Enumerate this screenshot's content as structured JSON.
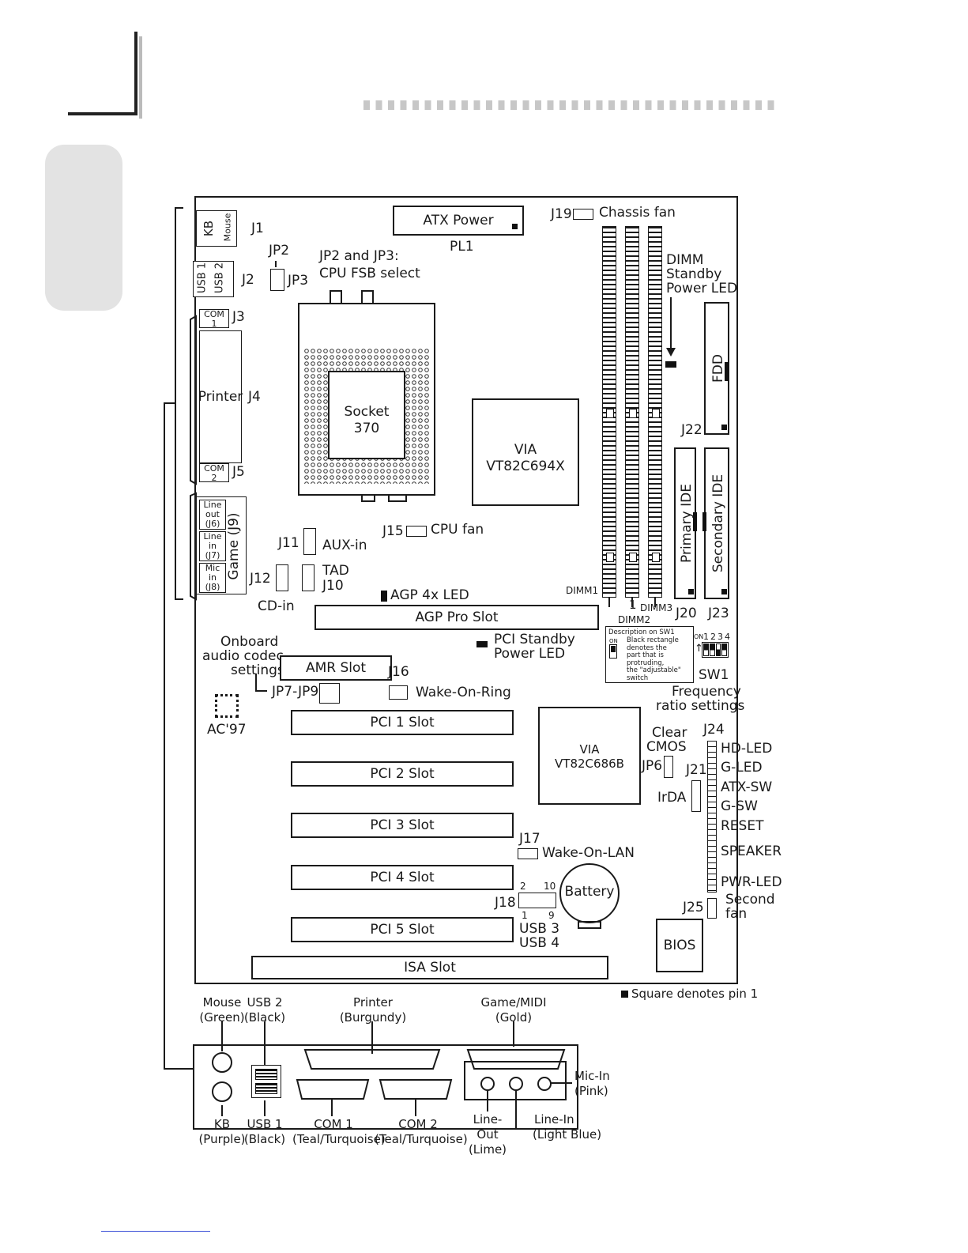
{
  "header": {},
  "board": {
    "atx_power": "ATX Power",
    "pl1": "PL1",
    "j19": "J19",
    "chassis_fan": "Chassis fan",
    "j1": "J1",
    "kb": "KB",
    "mouse": "Mouse",
    "j2": "J2",
    "usb1": "USB 1",
    "usb2": "USB 2",
    "jp2": "JP2",
    "jp3": "JP3",
    "jp2jp3_line1": "JP2 and JP3:",
    "jp2jp3_line2": "CPU FSB select",
    "dimm_standby_line1": "DIMM",
    "dimm_standby_line2": "Standby",
    "dimm_standby_line3": "Power LED",
    "com1_top": "COM",
    "com1_bottom": "1",
    "j3": "J3",
    "printer": "Printer",
    "j4": "J4",
    "socket_line1": "Socket",
    "socket_line2": "370",
    "via_north_line1": "VIA",
    "via_north_line2": "VT82C694X",
    "fdd": "FDD",
    "j22": "J22",
    "com2_top": "COM",
    "com2_bottom": "2",
    "j5": "J5",
    "line_out": [
      "Line",
      "out",
      "(J6)"
    ],
    "line_in": [
      "Line",
      "in",
      "(J7)"
    ],
    "mic_in": [
      "Mic",
      "in",
      "(J8)"
    ],
    "game_j9": "Game (J9)",
    "primary_ide": "Primary IDE",
    "secondary_ide": "Secondary IDE",
    "j15": "J15",
    "cpu_fan": "CPU fan",
    "j11": "J11",
    "aux_in": "AUX-in",
    "j12": "J12",
    "tad": "TAD",
    "j10": "J10",
    "cd_in": "CD-in",
    "agp_4x_led": "AGP 4x LED",
    "dimm1": "DIMM1",
    "dimm1_pin": "1",
    "dimm2": "DIMM2",
    "dimm3": "DIMM3",
    "j20": "J20",
    "j23": "J23",
    "agp_pro_slot": "AGP Pro Slot",
    "onboard_line1": "Onboard",
    "onboard_line2": "audio codec",
    "onboard_line3": "settings",
    "amr_slot": "AMR Slot",
    "pci_standby_line1": "PCI Standby",
    "pci_standby_line2": "Power LED",
    "sw1_desc": [
      "Description on SW1",
      "Black rectangle",
      "denotes the",
      "part that is",
      "protruding,",
      "the \"adjustable\"",
      "switch"
    ],
    "sw1_on": "ON",
    "sw1_numbers": [
      "1",
      "2",
      "3",
      "4"
    ],
    "sw1": "SW1",
    "freq_line1": "Frequency",
    "freq_line2": "ratio settings",
    "j16": "J16",
    "wake_on_ring": "Wake-On-Ring",
    "jp7_jp9": "JP7-JP9",
    "ac97": "AC'97",
    "pci1": "PCI 1 Slot",
    "pci2": "PCI 2 Slot",
    "pci3": "PCI 3 Slot",
    "pci4": "PCI 4 Slot",
    "pci5": "PCI 5 Slot",
    "isa": "ISA Slot",
    "via_south_line1": "VIA",
    "via_south_line2": "VT82C686B",
    "clear_cmos_line1": "Clear",
    "clear_cmos_line2": "CMOS",
    "jp6": "JP6",
    "j21": "J21",
    "irda": "IrDA",
    "j24": "J24",
    "hd_led": "HD-LED",
    "g_led": "G-LED",
    "atx_sw": "ATX-SW",
    "g_sw": "G-SW",
    "reset": "RESET",
    "speaker": "SPEAKER",
    "pwr_led": "PWR-LED",
    "j17": "J17",
    "wake_on_lan": "Wake-On-LAN",
    "j18": "J18",
    "j18_pin2": "2",
    "j18_pin10": "10",
    "j18_pin1": "1",
    "j18_pin9": "9",
    "usb3": "USB 3",
    "usb4": "USB 4",
    "battery": "Battery",
    "j25": "J25",
    "second_fan_line1": "Second",
    "second_fan_line2": "fan",
    "bios": "BIOS",
    "legend": "Square denotes pin 1"
  },
  "panel": {
    "mouse_line1": "Mouse",
    "mouse_line2": "(Green)",
    "usb2_line1": "USB 2",
    "usb2_line2": "(Black)",
    "printer_line1": "Printer",
    "printer_line2": "(Burgundy)",
    "game_line1": "Game/MIDI",
    "game_line2": "(Gold)",
    "kb_line1": "KB",
    "kb_line2": "(Purple)",
    "usb1_line1": "USB 1",
    "usb1_line2": "(Black)",
    "com1_line1": "COM 1",
    "com1_line2": "(Teal/Turquoise)",
    "com2_line1": "COM 2",
    "com2_line2": "(Teal/Turquoise)",
    "lineout_line1": "Line-",
    "lineout_line2": "Out",
    "lineout_line3": "(Lime)",
    "linein_line1": "Line-In",
    "linein_line2": "(Light Blue)",
    "micin_line1": "Mic-In",
    "micin_line2": "(Pink)"
  }
}
